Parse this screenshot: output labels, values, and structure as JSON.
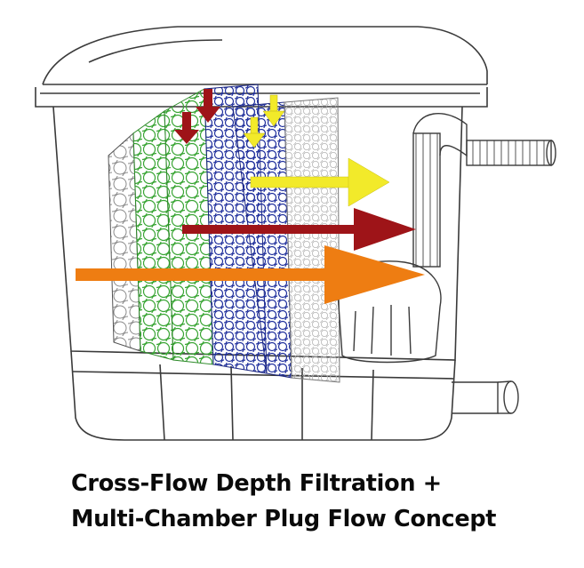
{
  "caption": {
    "line1": "Cross-Flow Depth Filtration +",
    "line2": "Multi-Chamber Plug Flow Concept"
  },
  "colors": {
    "outline": "#3a3a3a",
    "media_gray": "#8a8a8a",
    "media_green": "#3aa535",
    "media_blue": "#1f2f9c",
    "arrow_yellow": "#f2ea2a",
    "arrow_red": "#9e1418",
    "arrow_orange": "#ee7d12",
    "caption_text": "#0a0a0a"
  },
  "icons": [
    "filter-housing-illustration",
    "flow-arrow",
    "hose",
    "pump",
    "outlet-pipe"
  ]
}
